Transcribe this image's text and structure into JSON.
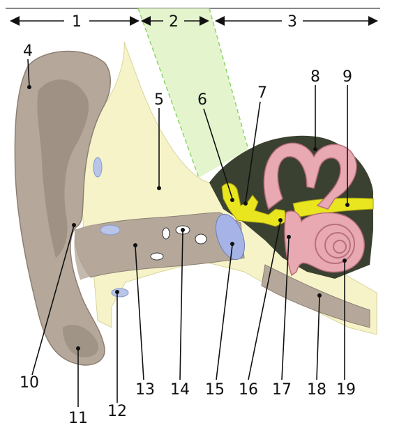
{
  "sections": [
    {
      "label": "1"
    },
    {
      "label": "2"
    },
    {
      "label": "3"
    }
  ],
  "callouts": [
    {
      "label": "4"
    },
    {
      "label": "5"
    },
    {
      "label": "6"
    },
    {
      "label": "7"
    },
    {
      "label": "8"
    },
    {
      "label": "9"
    },
    {
      "label": "10"
    },
    {
      "label": "11"
    },
    {
      "label": "12"
    },
    {
      "label": "13"
    },
    {
      "label": "14"
    },
    {
      "label": "15"
    },
    {
      "label": "16"
    },
    {
      "label": "17"
    },
    {
      "label": "18"
    },
    {
      "label": "19"
    }
  ],
  "colors": {
    "skin": "#b5a89a",
    "skin_dark": "#8c7f72",
    "bone": "#f6f3c9",
    "bone_edge": "#d8d59a",
    "inner_dark": "#3b4130",
    "cochlea": "#e8a9b2",
    "cochlea_edge": "#b86f7c",
    "nerve": "#e9e51e",
    "eardrum": "#a6b3e6",
    "middle_ear_zone": "#dff3c6",
    "zone_edge": "#8ed16a"
  }
}
